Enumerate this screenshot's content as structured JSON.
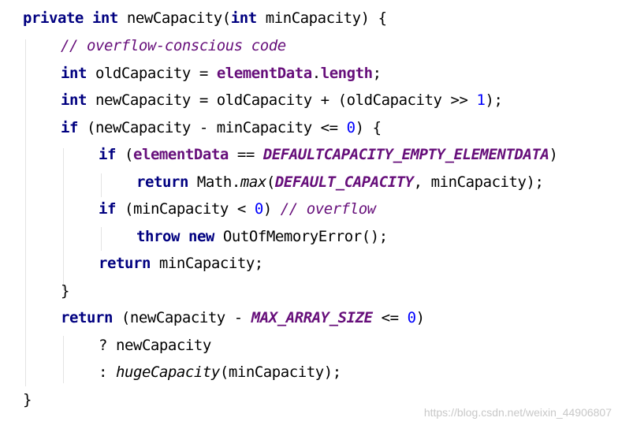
{
  "code": {
    "lines": [
      [
        {
          "t": "kw",
          "v": "private"
        },
        {
          "t": "pl",
          "v": " "
        },
        {
          "t": "kw",
          "v": "int"
        },
        {
          "t": "pl",
          "v": " newCapacity("
        },
        {
          "t": "kw",
          "v": "int"
        },
        {
          "t": "pl",
          "v": " minCapacity) {"
        }
      ],
      [
        {
          "t": "cmt",
          "v": "// overflow-conscious code"
        }
      ],
      [
        {
          "t": "kw",
          "v": "int"
        },
        {
          "t": "pl",
          "v": " oldCapacity = "
        },
        {
          "t": "fld",
          "v": "elementData"
        },
        {
          "t": "pl",
          "v": "."
        },
        {
          "t": "fld",
          "v": "length"
        },
        {
          "t": "pl",
          "v": ";"
        }
      ],
      [
        {
          "t": "kw",
          "v": "int"
        },
        {
          "t": "pl",
          "v": " newCapacity = oldCapacity + (oldCapacity >> "
        },
        {
          "t": "num",
          "v": "1"
        },
        {
          "t": "pl",
          "v": ");"
        }
      ],
      [
        {
          "t": "kw",
          "v": "if"
        },
        {
          "t": "pl",
          "v": " (newCapacity - minCapacity <= "
        },
        {
          "t": "num",
          "v": "0"
        },
        {
          "t": "pl",
          "v": ") {"
        }
      ],
      [
        {
          "t": "kw",
          "v": "if"
        },
        {
          "t": "pl",
          "v": " ("
        },
        {
          "t": "fld",
          "v": "elementData"
        },
        {
          "t": "pl",
          "v": " == "
        },
        {
          "t": "const",
          "v": "DEFAULTCAPACITY_EMPTY_ELEMENTDATA"
        },
        {
          "t": "pl",
          "v": ")"
        }
      ],
      [
        {
          "t": "kw",
          "v": "return"
        },
        {
          "t": "pl",
          "v": " Math."
        },
        {
          "t": "smeth",
          "v": "max"
        },
        {
          "t": "pl",
          "v": "("
        },
        {
          "t": "const",
          "v": "DEFAULT_CAPACITY"
        },
        {
          "t": "pl",
          "v": ", minCapacity);"
        }
      ],
      [
        {
          "t": "kw",
          "v": "if"
        },
        {
          "t": "pl",
          "v": " (minCapacity < "
        },
        {
          "t": "num",
          "v": "0"
        },
        {
          "t": "pl",
          "v": ") "
        },
        {
          "t": "cmt",
          "v": "// overflow"
        }
      ],
      [
        {
          "t": "kw",
          "v": "throw"
        },
        {
          "t": "pl",
          "v": " "
        },
        {
          "t": "kw",
          "v": "new"
        },
        {
          "t": "pl",
          "v": " OutOfMemoryError();"
        }
      ],
      [
        {
          "t": "kw",
          "v": "return"
        },
        {
          "t": "pl",
          "v": " minCapacity;"
        }
      ],
      [
        {
          "t": "pl",
          "v": "}"
        }
      ],
      [
        {
          "t": "kw",
          "v": "return"
        },
        {
          "t": "pl",
          "v": " (newCapacity - "
        },
        {
          "t": "const",
          "v": "MAX_ARRAY_SIZE"
        },
        {
          "t": "pl",
          "v": " <= "
        },
        {
          "t": "num",
          "v": "0"
        },
        {
          "t": "pl",
          "v": ")"
        }
      ],
      [
        {
          "t": "pl",
          "v": "? newCapacity"
        }
      ],
      [
        {
          "t": "pl",
          "v": ": "
        },
        {
          "t": "smeth",
          "v": "hugeCapacity"
        },
        {
          "t": "pl",
          "v": "(minCapacity);"
        }
      ],
      [
        {
          "t": "pl",
          "v": "}"
        }
      ]
    ]
  },
  "watermark": "https://blog.csdn.net/weixin_44906807",
  "colors": {
    "keyword": "#000080",
    "field": "#660e7a",
    "number": "#0000ff",
    "comment": "#660e7a",
    "background": "#ffffff"
  }
}
